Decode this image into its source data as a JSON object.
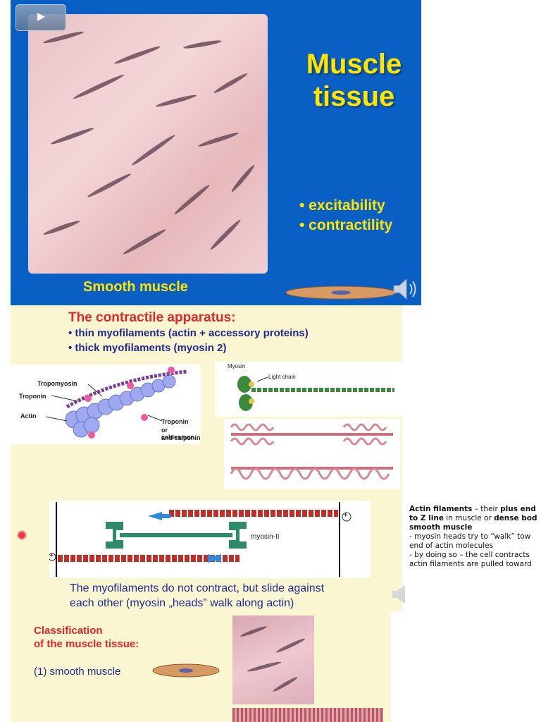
{
  "slide1": {
    "title_line1": "Muscle",
    "title_line2": "tissue",
    "bullets": [
      "• excitability",
      "• contractility"
    ],
    "caption": "Smooth muscle",
    "icons": {
      "play": "play-icon",
      "speaker": "speaker-icon"
    },
    "colors": {
      "background": "#0a5fc4",
      "title": "#ffe600"
    }
  },
  "slide2": {
    "title": "The contractile apparatus:",
    "bullets": [
      "• thin myofilaments (actin + accessory proteins)",
      "• thick myofilaments (myosin 2)"
    ],
    "labels": {
      "tropomyosin": "Tropomyosin",
      "troponin": "Troponin",
      "actin": "Actin",
      "troponin2": "Troponin",
      "caldesmon": "or caldesmon",
      "calponin": "and calponin",
      "myosin": "Myosin",
      "light_chain": "Light chain",
      "myosin_ii": "myosin-II",
      "plus": "+"
    },
    "caption_line1": "The myofilaments do not contract, but slide against",
    "caption_line2": "each other (myosin „heads” walk along actin)",
    "colors": {
      "background": "#fbf6d2",
      "title": "#e0262a",
      "text": "#1e2a8c"
    }
  },
  "notes": {
    "l1a": "Actin filaments",
    "l1b": " – their ",
    "l1c": "plus end",
    "l2a": "to Z line",
    "l2b": " in muscle or ",
    "l2c": "dense bod",
    "l3": "smooth muscle",
    "l4": "- myosin heads try to “walk” tow",
    "l5": "end of actin molecules",
    "l6": "- by doing so – the cell contracts",
    "l7": "actin filaments are pulled toward"
  },
  "slide3": {
    "title_line1": "Classification",
    "title_line2": "of the muscle tissue:",
    "item1": "(1) smooth muscle"
  }
}
